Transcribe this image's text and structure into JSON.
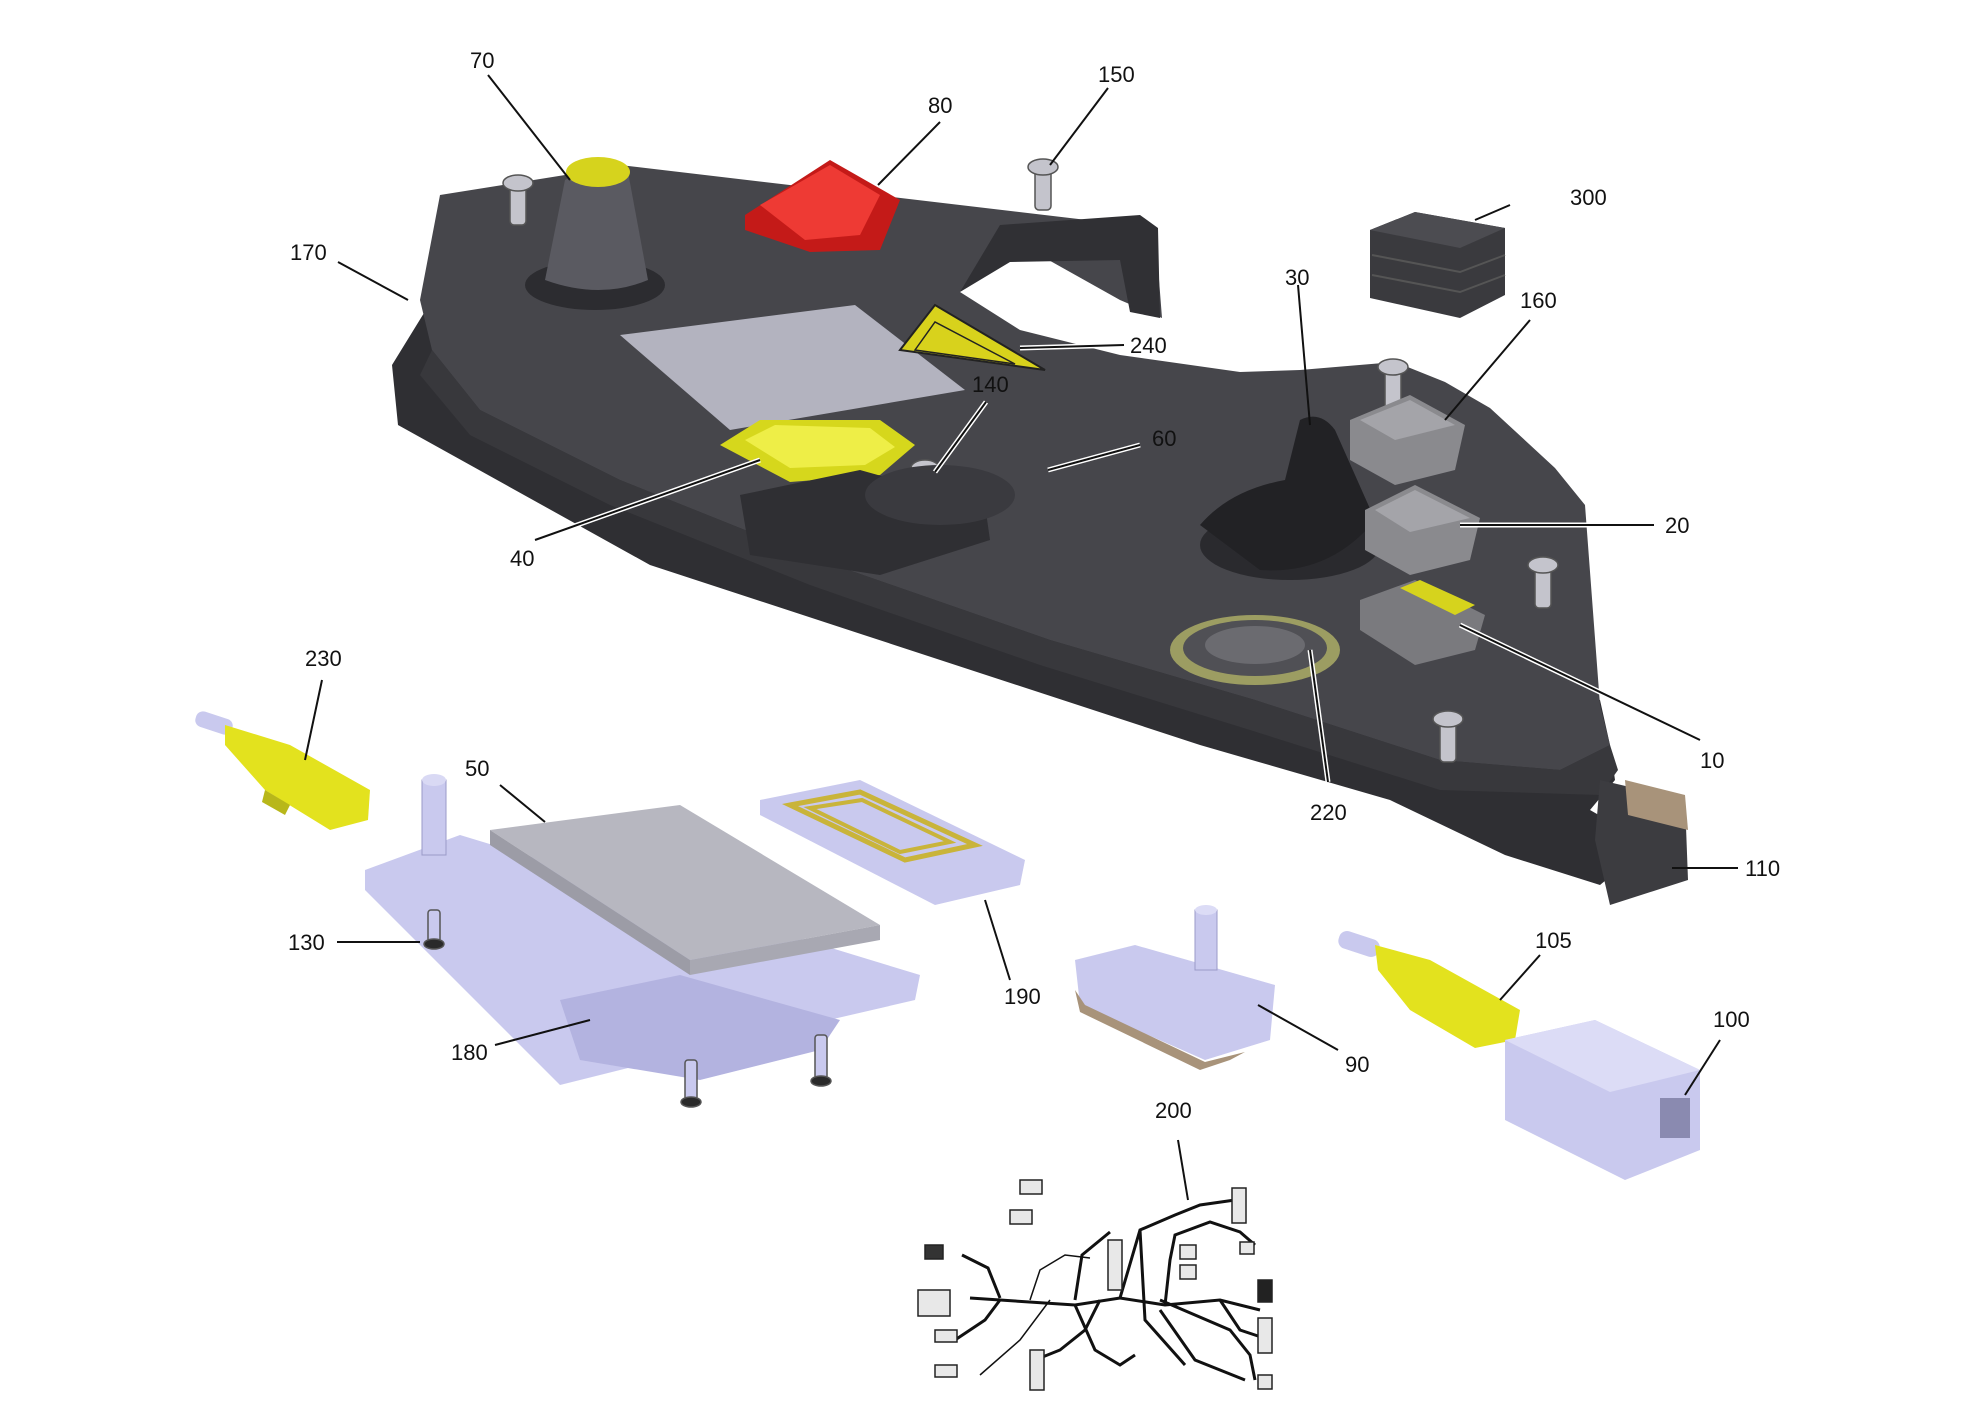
{
  "colors": {
    "housing": "#3c3c40",
    "housing_top": "#48484d",
    "housing_edge": "#2b2b2f",
    "pcb": "#c9c9ee",
    "pcb_dark": "#a9a9d6",
    "yellow": "#e3e21e",
    "red": "#e0201e",
    "grey_button": "#8a8a8e",
    "panel": "#b3b3bf",
    "lcd": "#b7b7c0"
  },
  "callouts": [
    {
      "id": "10",
      "label": "10"
    },
    {
      "id": "20",
      "label": "20"
    },
    {
      "id": "30",
      "label": "30"
    },
    {
      "id": "40",
      "label": "40"
    },
    {
      "id": "50",
      "label": "50"
    },
    {
      "id": "60",
      "label": "60"
    },
    {
      "id": "70",
      "label": "70"
    },
    {
      "id": "80",
      "label": "80"
    },
    {
      "id": "90",
      "label": "90"
    },
    {
      "id": "100",
      "label": "100"
    },
    {
      "id": "105",
      "label": "105"
    },
    {
      "id": "110",
      "label": "110"
    },
    {
      "id": "130",
      "label": "130"
    },
    {
      "id": "140",
      "label": "140"
    },
    {
      "id": "150",
      "label": "150"
    },
    {
      "id": "160",
      "label": "160"
    },
    {
      "id": "170",
      "label": "170"
    },
    {
      "id": "180",
      "label": "180"
    },
    {
      "id": "190",
      "label": "190"
    },
    {
      "id": "200",
      "label": "200"
    },
    {
      "id": "220",
      "label": "220"
    },
    {
      "id": "230",
      "label": "230"
    },
    {
      "id": "240",
      "label": "240"
    },
    {
      "id": "300",
      "label": "300"
    }
  ]
}
